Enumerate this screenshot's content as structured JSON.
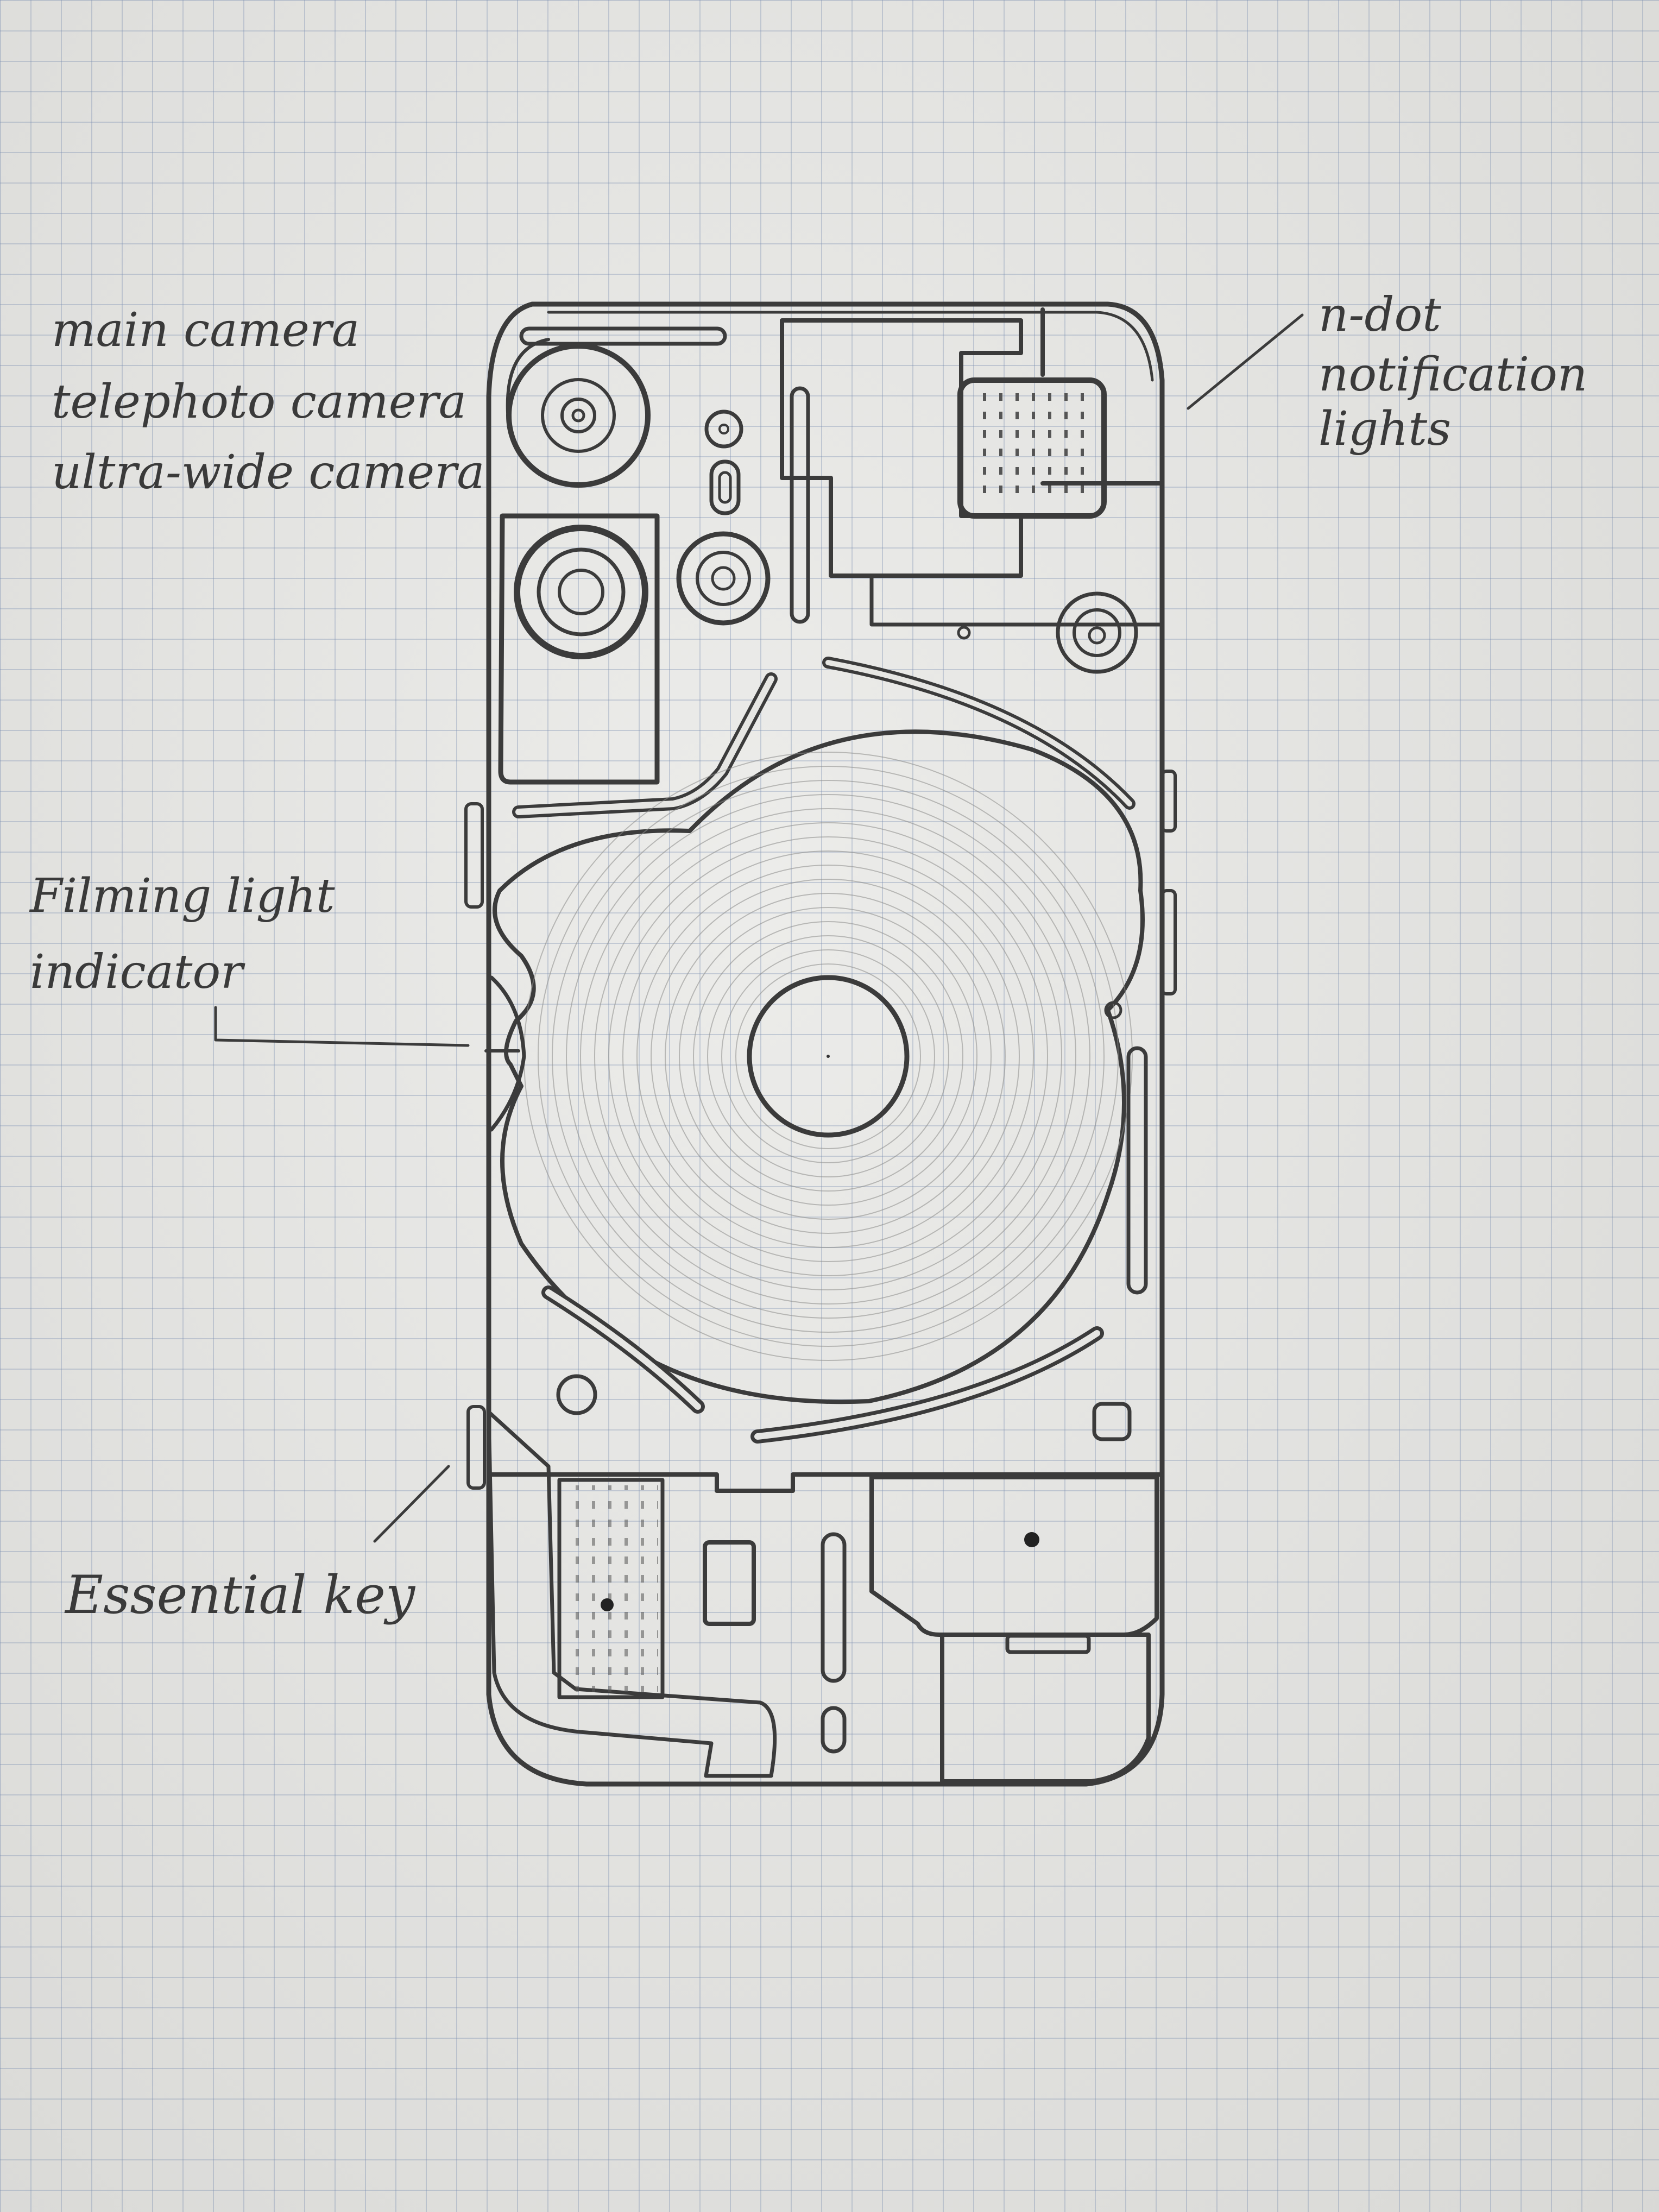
{
  "labels": {
    "main_camera": "main camera",
    "telephoto_camera": "telephoto camera",
    "ultra_wide_camera": "ultra-wide camera",
    "n_dot_line1": "n-dot",
    "n_dot_line2": "notification",
    "n_dot_line3": "lights",
    "filming_line1": "Filming light",
    "filming_line2": "indicator",
    "essential_key": "Essential key"
  },
  "colors": {
    "paper": "#e6e6e3",
    "grid": "#8c9db8",
    "pencil": "#3b3b3b",
    "shading": "#9a9a98"
  }
}
